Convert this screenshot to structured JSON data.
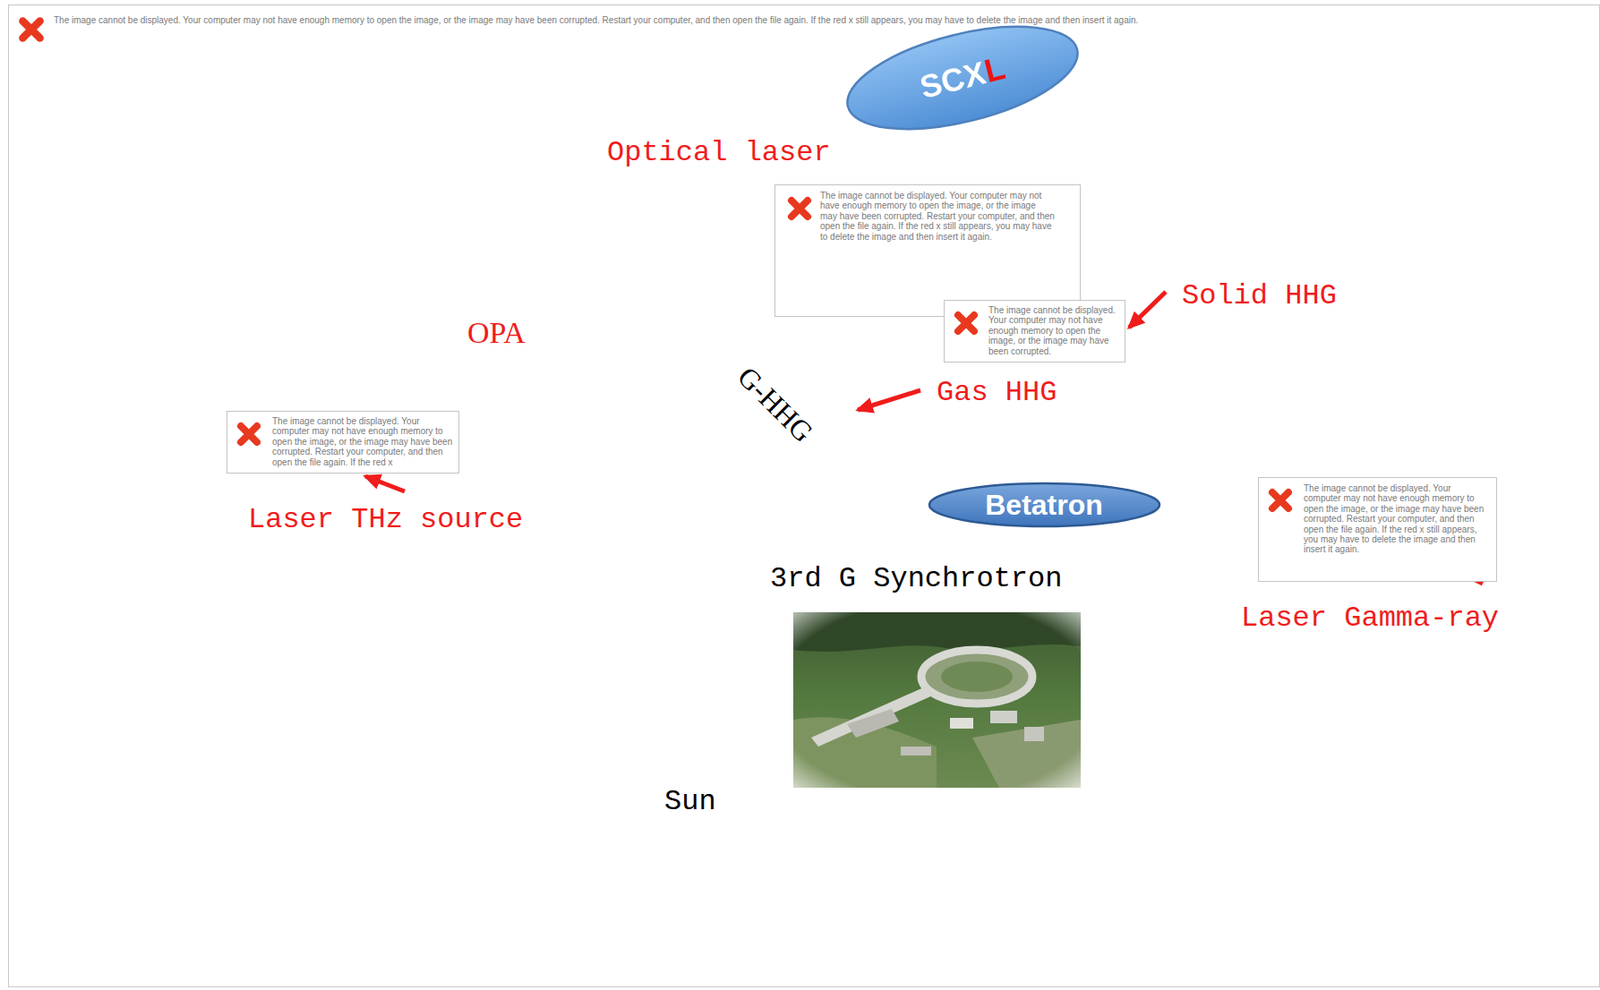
{
  "diagram": {
    "nodes": [
      {
        "text": [
          "The image cannot be displayed. Your computer may not have enough memory to open the image, or the image may have been corrupted. Restart your computer, and then open the file again. If the red x still appears, you may have to delete the image and then insert it again."
        ]
      },
      {
        "text": [
          "SCXL"
        ]
      },
      {
        "text": [
          "The image cannot be displayed. Your computer may not have enough memory to open the image, or the image may have been corrupted. Restart your computer, and then open the file again. If the red x still appears, you may have to delete the image and then insert it again."
        ]
      },
      {
        "text": [
          "The image cannot be displayed. Your computer may not have enough memory to open the image, or the image may have been corrupted."
        ]
      },
      {
        "text": [
          "The image cannot be displayed. Your computer may not have enough memory to open the image, or the image may have been corrupted. Restart your computer, and then open the file again. If the red x"
        ]
      },
      {
        "text": [
          "The image cannot be displayed. Your computer may not have enough memory to open the image, or the image may have been corrupted. Restart your computer, and then open the file again. If the red x still appears, you may have to delete the image and then insert it again."
        ]
      },
      {
        "text": [
          "Betatron"
        ]
      }
    ],
    "labels": [
      "Optical laser",
      "Solid HHG",
      "OPA",
      "G-HHG",
      "Gas HHG",
      "Laser THz source",
      "3rd G Synchrotron",
      "Laser Gamma-ray",
      "Sun"
    ]
  }
}
